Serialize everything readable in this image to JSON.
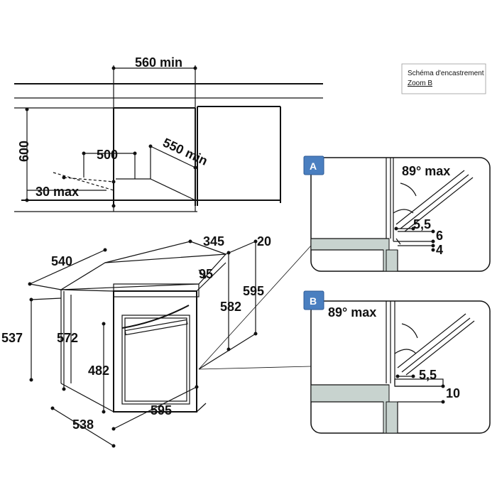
{
  "note": {
    "title": "Schéma d'encastrement",
    "link": "Zoom B"
  },
  "niche": {
    "width_min": "560 min",
    "depth_min": "550 min",
    "height": "600",
    "inner_depth": "500",
    "gap_max": "30 max"
  },
  "oven": {
    "depth": "540",
    "panel_depth": "345",
    "panel_thickness": "20",
    "offset": "95",
    "body_height": "582",
    "front_height": "595",
    "side_height": "537",
    "side_height_2": "572",
    "door_height": "482",
    "front_width": "595",
    "bottom_depth": "538"
  },
  "detail_a": {
    "badge": "A",
    "angle": "89° max",
    "gap": "5,5",
    "dim_6": "6",
    "dim_4": "4"
  },
  "detail_b": {
    "badge": "B",
    "angle": "89° max",
    "gap": "5,5",
    "dim_10": "10"
  },
  "colors": {
    "badge": "#4a7fc0",
    "wall": "#c8d3cf",
    "line": "#111111"
  }
}
